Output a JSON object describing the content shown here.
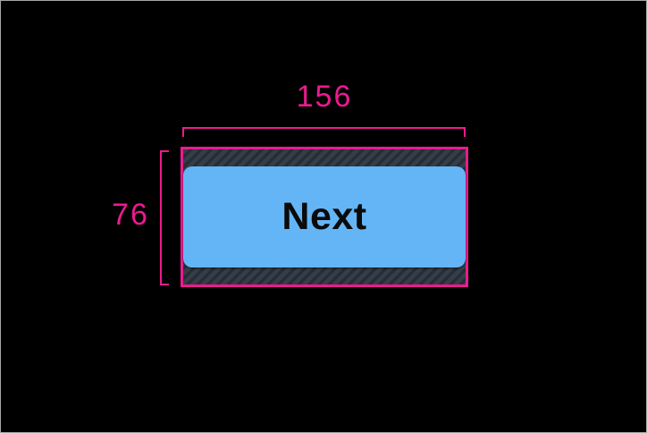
{
  "frame": {
    "background": "#000000",
    "border_color": "#a7a7a7"
  },
  "annotations": {
    "width_label": "156",
    "height_label": "76",
    "accent_color": "#ec1a8f"
  },
  "button": {
    "label": "Next",
    "fill_color": "#64b5f6",
    "text_color": "#0b0b0b"
  },
  "touch_target": {
    "hatch_base_color": "#353e48",
    "hatch_stripe_color": "#262d35"
  }
}
